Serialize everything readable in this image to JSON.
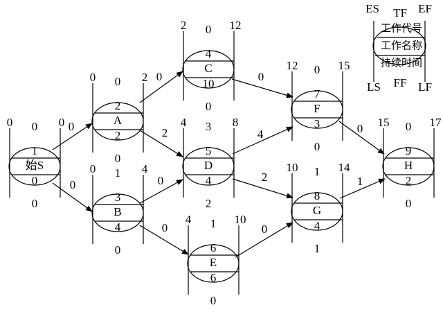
{
  "legend": {
    "es": "ES",
    "tf": "TF",
    "ef": "EF",
    "code": "工作代号",
    "name": "工作名称",
    "duration": "持续时间",
    "ls": "LS",
    "ff": "FF",
    "lf": "LF"
  },
  "nodes": [
    {
      "id": "S",
      "code": "1",
      "name": "始S",
      "duration": "0",
      "es": "0",
      "tf": "0",
      "ef": "0",
      "ff": "0"
    },
    {
      "id": "A",
      "code": "2",
      "name": "A",
      "duration": "2",
      "es": "0",
      "tf": "0",
      "ef": "2",
      "ff": "0"
    },
    {
      "id": "B",
      "code": "3",
      "name": "B",
      "duration": "4",
      "es": "0",
      "tf": "1",
      "ef": "4",
      "ff": "0"
    },
    {
      "id": "C",
      "code": "4",
      "name": "C",
      "duration": "10",
      "es": "2",
      "tf": "0",
      "ef": "12",
      "ff": "0"
    },
    {
      "id": "D",
      "code": "5",
      "name": "D",
      "duration": "4",
      "es": "4",
      "tf": "3",
      "ef": "8",
      "ff": "2"
    },
    {
      "id": "E",
      "code": "6",
      "name": "E",
      "duration": "6",
      "es": "4",
      "tf": "1",
      "ef": "10",
      "ff": "0"
    },
    {
      "id": "F",
      "code": "7",
      "name": "F",
      "duration": "3",
      "es": "12",
      "tf": "0",
      "ef": "15",
      "ff": "0"
    },
    {
      "id": "G",
      "code": "8",
      "name": "G",
      "duration": "4",
      "es": "10",
      "tf": "1",
      "ef": "14",
      "ff": "1"
    },
    {
      "id": "H",
      "code": "9",
      "name": "H",
      "duration": "2",
      "es": "15",
      "tf": "0",
      "ef": "17",
      "ff": "0"
    }
  ],
  "edges": [
    {
      "from": "S",
      "to": "A",
      "label": "0"
    },
    {
      "from": "S",
      "to": "B",
      "label": "0"
    },
    {
      "from": "A",
      "to": "C",
      "label": "0"
    },
    {
      "from": "A",
      "to": "D",
      "label": "2"
    },
    {
      "from": "B",
      "to": "D",
      "label": "0"
    },
    {
      "from": "B",
      "to": "E",
      "label": "0"
    },
    {
      "from": "C",
      "to": "F",
      "label": "0"
    },
    {
      "from": "D",
      "to": "F",
      "label": "4"
    },
    {
      "from": "D",
      "to": "G",
      "label": "2"
    },
    {
      "from": "E",
      "to": "G",
      "label": "0"
    },
    {
      "from": "F",
      "to": "H",
      "label": "0"
    },
    {
      "from": "G",
      "to": "H",
      "label": "1"
    }
  ]
}
